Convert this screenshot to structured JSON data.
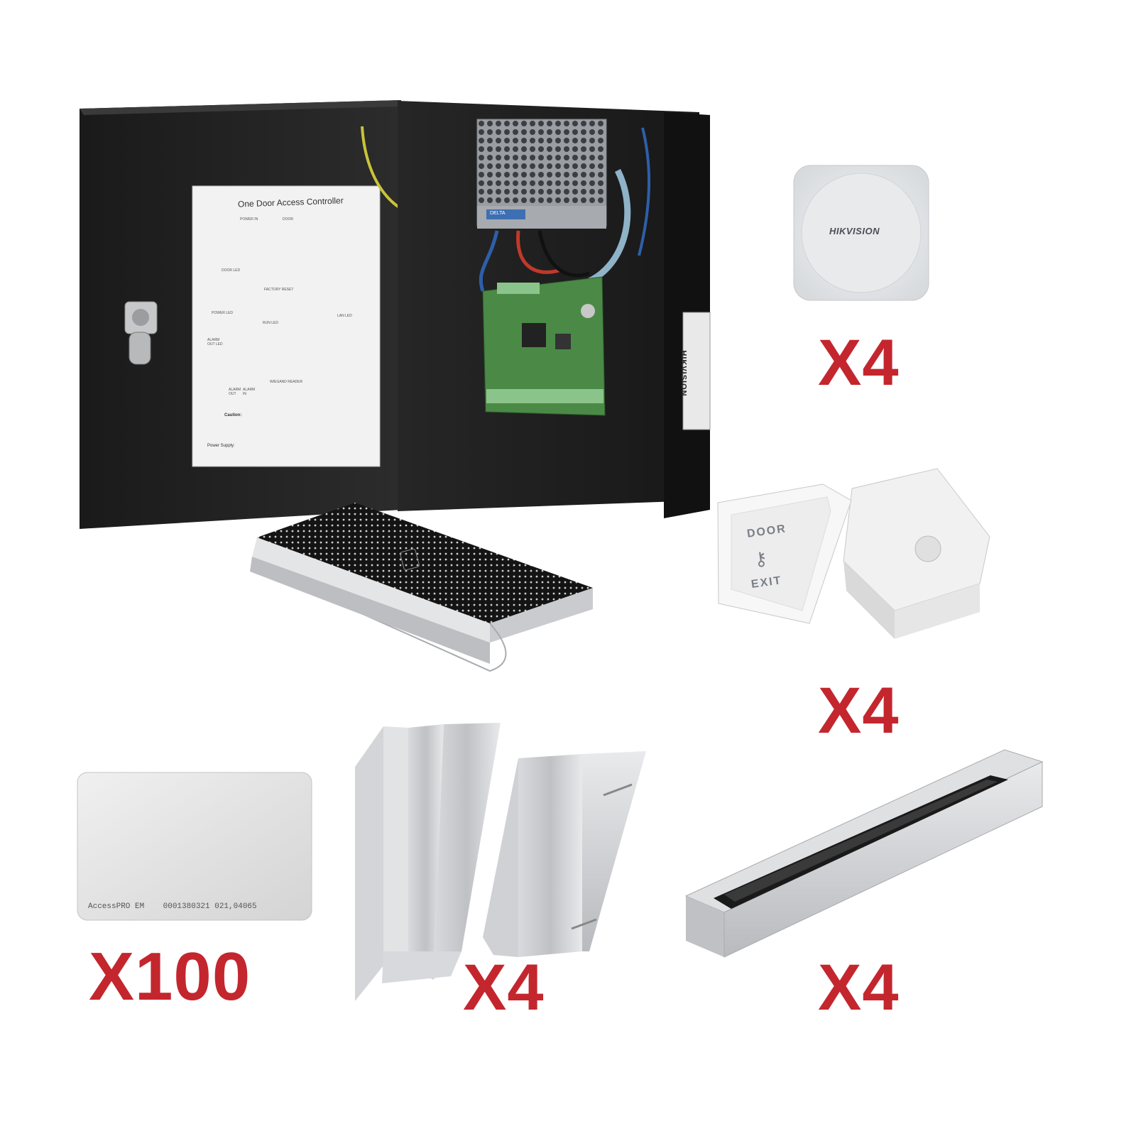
{
  "panel": {
    "title": "One Door Access Controller",
    "labels": {
      "power_in": "POWER IN",
      "door": "DOOR",
      "door_led": "DOOR LED",
      "factory_reset": "FACTORY RESET",
      "power_led": "POWER LED",
      "run_led": "RUN LED",
      "lan_led": "LAN LED",
      "alarm_out_led": "ALARM OUT LED",
      "wiegand_reader": "WIEGAND READER",
      "alarm_out": "ALARM OUT",
      "alarm_in": "ALARM IN",
      "caution": "Caution:",
      "power_supply": "Power Supply:"
    },
    "side_brand": "HIKVISION",
    "psu_brand": "DELTA"
  },
  "reader": {
    "brand": "HIKVISION"
  },
  "exit_button": {
    "line1": "DOOR",
    "line2": "EXIT"
  },
  "card": {
    "text": "AccessPRO EM    0001380321 021,04065"
  },
  "quantities": {
    "reader": "X4",
    "exit_button": "X4",
    "cards": "X100",
    "brackets": "X4",
    "maglock": "X4"
  },
  "colors": {
    "quantity": "#c4262e",
    "enclosure": "#1e1e1e",
    "pcb": "#3e7d3c"
  }
}
